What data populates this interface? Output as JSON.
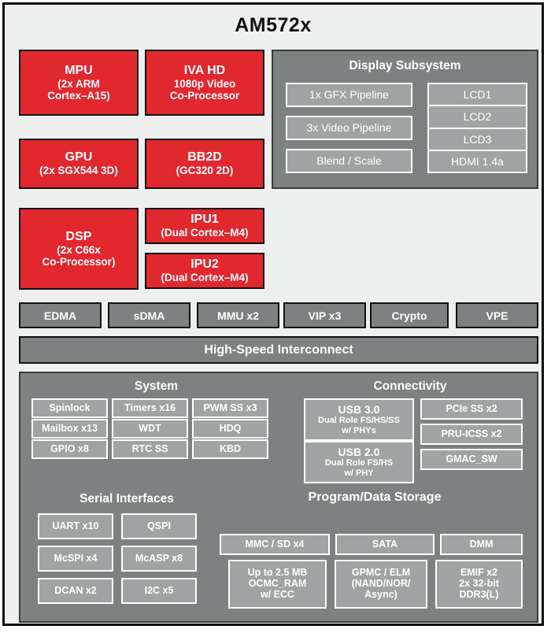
{
  "title": "AM572x",
  "colors": {
    "core_red": "#e1282f",
    "container_gray": "#7d8182",
    "inner_gray": "#a0a3a3",
    "page_bg": "#eef0ef",
    "outline": "#0b0b0b",
    "text_light": "#ffffff"
  },
  "cores": [
    {
      "name": "MPU",
      "lines": [
        "(2x ARM",
        "Cortex–A15)"
      ]
    },
    {
      "name": "IVA HD",
      "lines": [
        "1080p Video",
        "Co-Processor"
      ]
    },
    {
      "name": "GPU",
      "lines": [
        "(2x SGX544 3D)"
      ]
    },
    {
      "name": "BB2D",
      "lines": [
        "(GC320 2D)"
      ]
    },
    {
      "name": "DSP",
      "lines": [
        "(2x C66x",
        "Co-Processor)"
      ]
    },
    {
      "name": "IPU1",
      "lines": [
        "(Dual Cortex–M4)"
      ]
    },
    {
      "name": "IPU2",
      "lines": [
        "(Dual Cortex–M4)"
      ]
    }
  ],
  "display_subsystem": {
    "title": "Display Subsystem",
    "pipelines": [
      "1x GFX Pipeline",
      "3x Video Pipeline",
      "Blend / Scale"
    ],
    "outputs": [
      "LCD1",
      "LCD2",
      "LCD3",
      "HDMI 1.4a"
    ]
  },
  "peripherals": [
    "EDMA",
    "sDMA",
    "MMU x2",
    "VIP x3",
    "Crypto",
    "VPE"
  ],
  "interconnect": "High-Speed Interconnect",
  "system": {
    "title": "System",
    "items": [
      "Spinlock",
      "Timers x16",
      "PWM SS x3",
      "Mailbox x13",
      "WDT",
      "HDQ",
      "GPIO x8",
      "RTC SS",
      "KBD"
    ]
  },
  "connectivity": {
    "title": "Connectivity",
    "usb": [
      {
        "name": "USB 3.0",
        "lines": [
          "Dual Role FS/HS/SS",
          "w/ PHYs"
        ]
      },
      {
        "name": "USB 2.0",
        "lines": [
          "Dual Role FS/HS",
          "w/ PHY"
        ]
      }
    ],
    "items": [
      "PCIe SS x2",
      "PRU-ICSS x2",
      "GMAC_SW"
    ]
  },
  "serial_interfaces": {
    "title": "Serial Interfaces",
    "items": [
      "UART x10",
      "QSPI",
      "McSPI x4",
      "McASP x8",
      "DCAN x2",
      "I2C x5"
    ]
  },
  "storage": {
    "title": "Program/Data Storage",
    "top_row": [
      "MMC / SD x4",
      "SATA",
      "DMM"
    ],
    "bottom_row": [
      {
        "lines": [
          "Up to 2.5 MB",
          "OCMC_RAM",
          "w/ ECC"
        ]
      },
      {
        "lines": [
          "GPMC / ELM",
          "(NAND/NOR/",
          "Async)"
        ]
      },
      {
        "lines": [
          "EMIF x2",
          "2x 32-bit",
          "DDR3(L)"
        ]
      }
    ]
  }
}
